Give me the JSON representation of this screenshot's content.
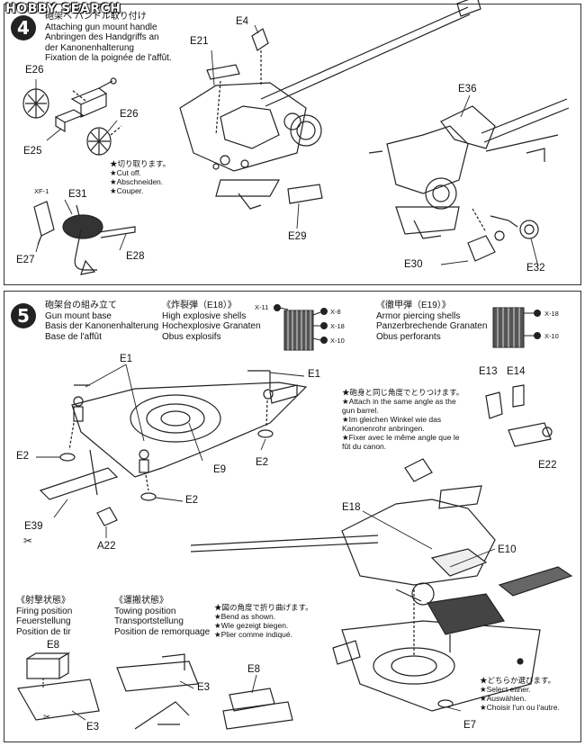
{
  "watermark": "HOBBY SEARCH",
  "step4": {
    "number": "4",
    "title_jp": "砲架へ ハンドル取り付け",
    "title_en": "Attaching gun mount handle",
    "title_de": "Anbringen des Handgriffs an",
    "title_de2": "der Kanonenhalterung",
    "title_fr": "Fixation de la poignée de l'affût.",
    "cut_note": [
      "★切り取ります。",
      "★Cut off.",
      "★Abschneiden.",
      "★Couper."
    ],
    "parts": {
      "e26a": "E26",
      "e26b": "E26",
      "e25": "E25",
      "e21": "E21",
      "e4": "E4",
      "e36": "E36",
      "xf1": "XF-1",
      "e31": "E31",
      "e27": "E27",
      "e28": "E28",
      "e29": "E29",
      "e30": "E30",
      "e32": "E32"
    }
  },
  "step5": {
    "number": "5",
    "title_jp": "砲架台の組み立て",
    "title_en": "Gun mount base",
    "title_de": "Basis der Kanonenhalterung",
    "title_fr": "Base de l'affût",
    "he": {
      "jp": "《炸裂弾（E18）》",
      "en": "High explosive shells",
      "de": "Hochexplosive Granaten",
      "fr": "Obus explosifs",
      "x11": "X-11",
      "x8": "X-8",
      "x18": "X-18",
      "x10": "X-10"
    },
    "ap": {
      "jp": "《徹甲弾（E19）》",
      "en": "Armor piercing shells",
      "de": "Panzerbrechende Granaten",
      "fr": "Obus perforants",
      "x18": "X-18",
      "x10": "X-10"
    },
    "angle_note": [
      "★砲身と同じ角度でとりつけます。",
      "★Attach in the same angle as the",
      "gun barrel.",
      "★Im gleichen Winkel wie das",
      "Kanonenrohr anbringen.",
      "★Fixer avec le même angle que le",
      "fût du canon."
    ],
    "parts": {
      "e1a": "E1",
      "e1b": "E1",
      "e2a": "E2",
      "e2b": "E2",
      "e2c": "E2",
      "e9": "E9",
      "e39": "E39",
      "a22": "A22",
      "e13": "E13",
      "e14": "E14",
      "e22": "E22",
      "e18": "E18",
      "e10": "E10",
      "e8a": "E8",
      "e8b": "E8",
      "e3a": "E3",
      "e3b": "E3",
      "e7": "E7"
    },
    "firing": {
      "jp": "《射撃状態》",
      "en": "Firing position",
      "de": "Feuerstellung",
      "fr": "Position de tir"
    },
    "towing": {
      "jp": "《運搬状態》",
      "en": "Towing position",
      "de": "Transportstellung",
      "fr": "Position de remorquage"
    },
    "bend_note": [
      "★図の角度で折り曲げます。",
      "★Bend as shown.",
      "★Wie gezeigt biegen.",
      "★Plier comme indiqué."
    ],
    "select_note": [
      "★どちらか選びます。",
      "★Select either.",
      "★Auswählen.",
      "★Choisir l'un ou l'autre."
    ]
  }
}
